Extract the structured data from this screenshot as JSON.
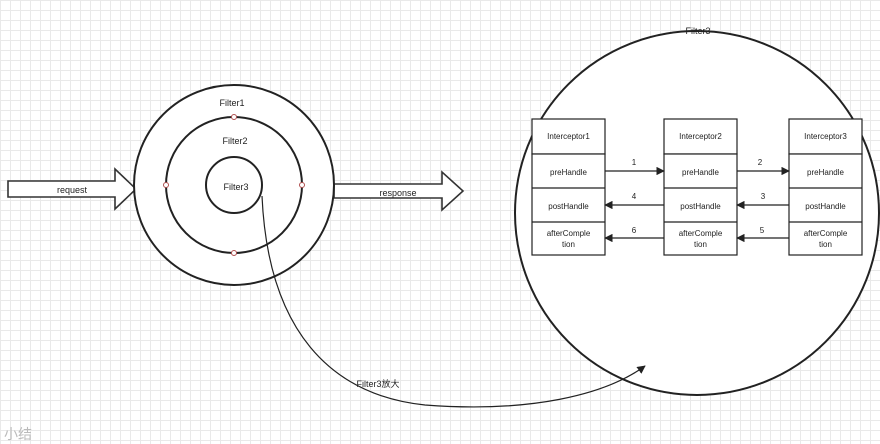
{
  "filters": {
    "filter1": "Filter1",
    "filter2": "Filter2",
    "filter3": "Filter3",
    "zoom_title": "Filter3"
  },
  "arrows": {
    "request": "request",
    "response": "response",
    "zoom": "Filter3放大"
  },
  "interceptors": [
    {
      "name": "Interceptor1",
      "pre": "preHandle",
      "post": "postHandle",
      "after_1": "afterComple",
      "after_2": "tion"
    },
    {
      "name": "Interceptor2",
      "pre": "preHandle",
      "post": "postHandle",
      "after_1": "afterComple",
      "after_2": "tion"
    },
    {
      "name": "Interceptor3",
      "pre": "preHandle",
      "post": "postHandle",
      "after_1": "afterComple",
      "after_2": "tion"
    }
  ],
  "steps": {
    "s1": "1",
    "s2": "2",
    "s3": "3",
    "s4": "4",
    "s5": "5",
    "s6": "6"
  },
  "footer": "小结"
}
